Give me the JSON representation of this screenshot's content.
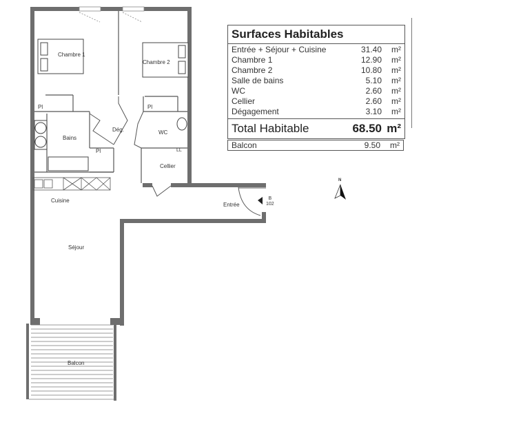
{
  "rooms": {
    "chambre1": "Chambre 1",
    "chambre2": "Chambre 2",
    "bains": "Bains",
    "deg": "Dég.",
    "wc": "WC",
    "cellier": "Cellier",
    "cuisine": "Cuisine",
    "sejour": "Séjour",
    "balcon": "Balcon",
    "entree": "Entrée",
    "placard": "Pl",
    "lave_linge": "LL"
  },
  "entry_marker": {
    "letter": "B",
    "number": "102"
  },
  "compass": {
    "label": "N"
  },
  "surfaces": {
    "title": "Surfaces Habitables",
    "rows": [
      {
        "name": "Entrée + Séjour + Cuisine",
        "value": "31.40",
        "unit": "m²"
      },
      {
        "name": "Chambre 1",
        "value": "12.90",
        "unit": "m²"
      },
      {
        "name": "Chambre 2",
        "value": "10.80",
        "unit": "m²"
      },
      {
        "name": "Salle de bains",
        "value": "5.10",
        "unit": "m²"
      },
      {
        "name": "WC",
        "value": "2.60",
        "unit": "m²"
      },
      {
        "name": "Cellier",
        "value": "2.60",
        "unit": "m²"
      },
      {
        "name": "Dégagement",
        "value": "3.10",
        "unit": "m²"
      }
    ],
    "total": {
      "name": "Total Habitable",
      "value": "68.50",
      "unit": "m²"
    },
    "balcon": {
      "name": "Balcon",
      "value": "9.50",
      "unit": "m²"
    }
  }
}
